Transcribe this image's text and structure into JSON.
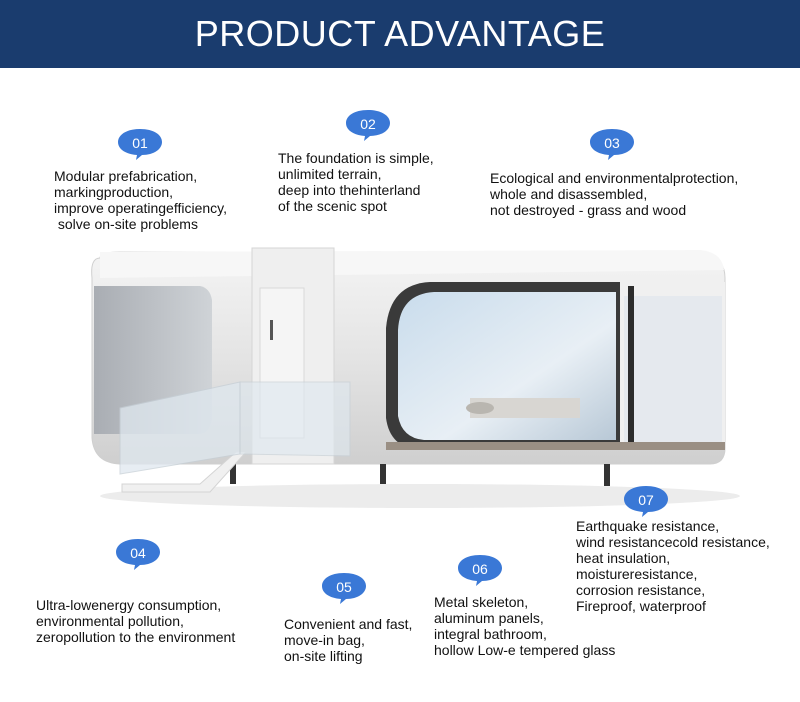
{
  "banner": {
    "title": "PRODUCT ADVANTAGE"
  },
  "colors": {
    "banner": "#1a3c6e",
    "badge": "#3a78d6"
  },
  "features": [
    {
      "number": "01",
      "lines": [
        "Modular prefabrication,",
        "markingproduction,",
        "improve operatingefficiency,",
        " solve on-site problems"
      ]
    },
    {
      "number": "02",
      "lines": [
        "The foundation is simple,",
        "unlimited terrain,",
        "deep into thehinterland",
        "of the scenic spot"
      ]
    },
    {
      "number": "03",
      "lines": [
        "Ecological and environmentalprotection,",
        "whole and disassembled,",
        "not destroyed - grass and wood"
      ]
    },
    {
      "number": "04",
      "lines": [
        "Ultra-lowenergy consumption,",
        "environmental pollution,",
        "zeropollution to the environment"
      ]
    },
    {
      "number": "05",
      "lines": [
        "Convenient and fast,",
        "move-in bag,",
        "on-site lifting"
      ]
    },
    {
      "number": "06",
      "lines": [
        "Metal skeleton,",
        "aluminum panels,",
        "integral bathroom,",
        "hollow Low-e tempered glass"
      ]
    },
    {
      "number": "07",
      "lines": [
        "Earthquake resistance,",
        "wind resistancecold resistance,",
        "heat insulation,",
        "moistureresistance,",
        "corrosion resistance,",
        "Fireproof, waterproof"
      ]
    }
  ],
  "image": {
    "subject": "capsule-cabin-illustration"
  }
}
